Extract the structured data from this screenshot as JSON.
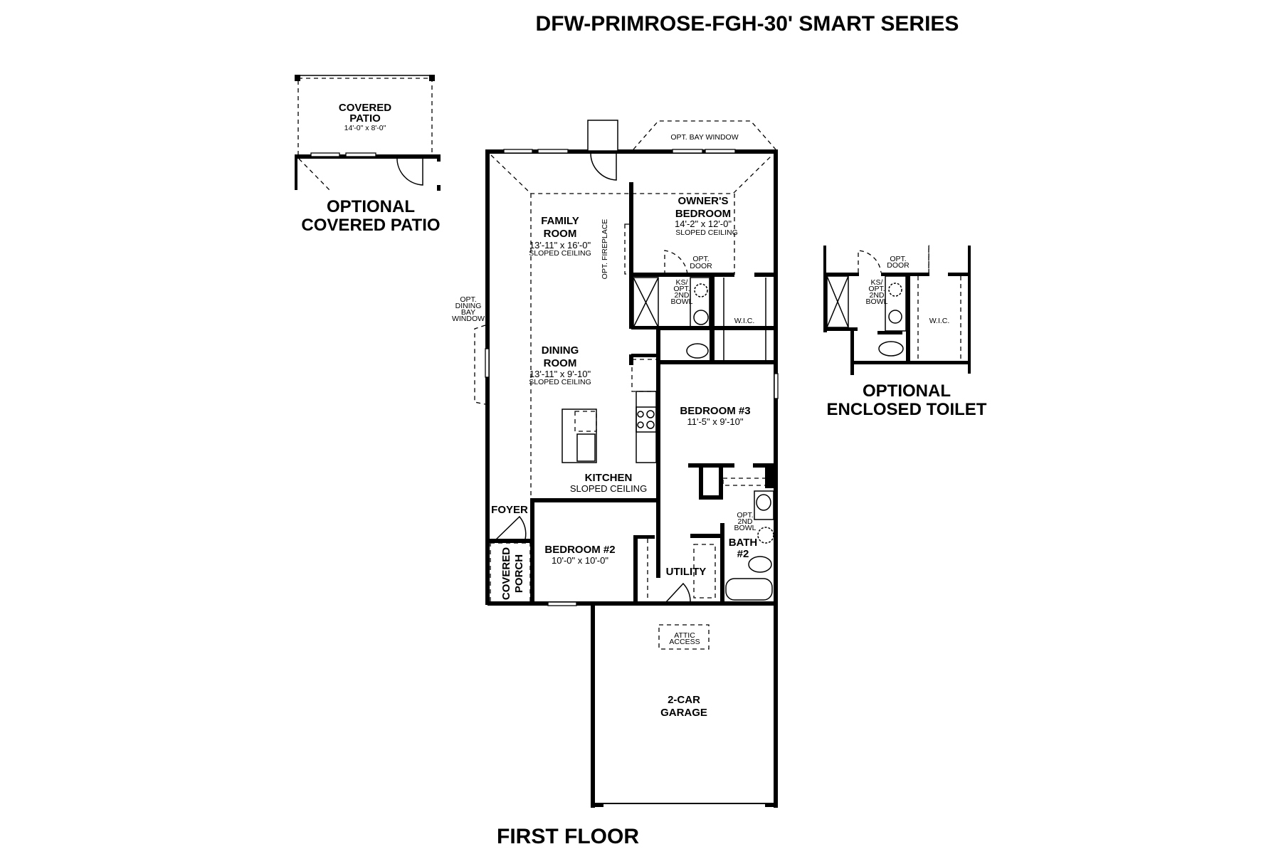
{
  "title": "DFW-PRIMROSE-FGH-30' SMART SERIES",
  "floor_label": "FIRST FLOOR",
  "rooms": {
    "family": {
      "name1": "FAMILY",
      "name2": "ROOM",
      "dims": "13'-11\" x 16'-0\"",
      "note": "SLOPED CEILING"
    },
    "dining": {
      "name1": "DINING",
      "name2": "ROOM",
      "dims": "13'-11\" x 9'-10\"",
      "note": "SLOPED CEILING"
    },
    "owners": {
      "name1": "OWNER'S",
      "name2": "BEDROOM",
      "dims": "14'-2\" x 12'-0\"",
      "note": "SLOPED CEILING"
    },
    "kitchen": {
      "name": "KITCHEN",
      "note": "SLOPED CEILING"
    },
    "bedroom3": {
      "name": "BEDROOM #3",
      "dims": "11'-5\" x 9'-10\""
    },
    "bedroom2": {
      "name": "BEDROOM #2",
      "dims": "10'-0\" x 10'-0\""
    },
    "foyer": {
      "name": "FOYER"
    },
    "porch": {
      "name1": "COVERED",
      "name2": "PORCH"
    },
    "utility": {
      "name": "UTILITY"
    },
    "bath2": {
      "name1": "BATH",
      "name2": "#2"
    },
    "garage": {
      "name1": "2-CAR",
      "name2": "GARAGE"
    },
    "wic": {
      "name": "W.I.C."
    }
  },
  "notes": {
    "bay_window": "OPT. BAY WINDOW",
    "fireplace": "OPT. FIREPLACE",
    "opt_door": [
      "OPT.",
      "DOOR"
    ],
    "ks_bowl": [
      "KS/",
      "OPT.",
      "2ND",
      "BOWL"
    ],
    "dining_bay": [
      "OPT.",
      "DINING",
      "BAY",
      "WINDOW"
    ],
    "bath2_bowl": [
      "OPT.",
      "2ND",
      "BOWL"
    ],
    "attic": [
      "ATTIC",
      "ACCESS"
    ]
  },
  "patio": {
    "name1": "COVERED",
    "name2": "PATIO",
    "dims": "14'-0\" x 8'-0\"",
    "label1": "OPTIONAL",
    "label2": "COVERED PATIO"
  },
  "toilet_option": {
    "label1": "OPTIONAL",
    "label2": "ENCLOSED TOILET",
    "wic": "W.I.C.",
    "opt_door": [
      "OPT.",
      "DOOR"
    ],
    "ks_bowl": [
      "KS/",
      "OPT.",
      "2ND",
      "BOWL"
    ]
  }
}
